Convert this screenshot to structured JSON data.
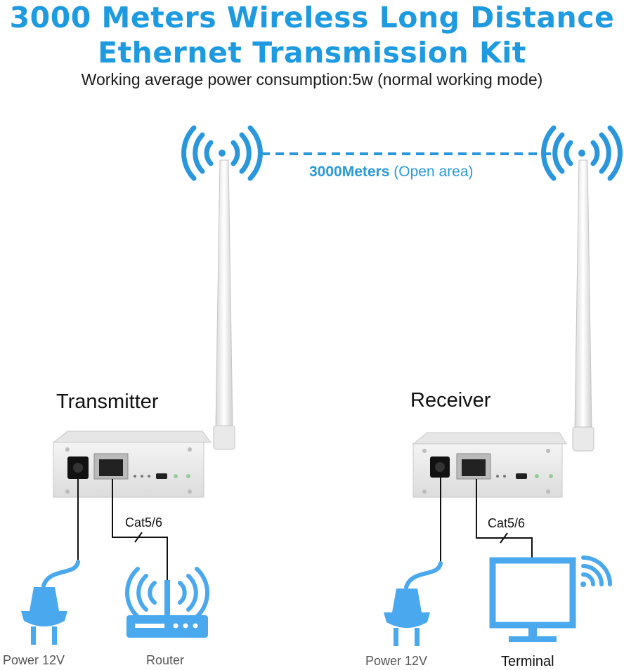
{
  "title_line1": "3000 Meters Wireless Long Distance",
  "title_line2": "Ethernet Transmission Kit",
  "subtitle": "Working average power consumption:5w (normal working mode)",
  "distance_value": "3000Meters",
  "distance_note": "(Open area)",
  "transmitter": {
    "label": "Transmitter",
    "cable_label": "Cat5/6",
    "power_label": "Power 12V",
    "device_label": "Router"
  },
  "receiver": {
    "label": "Receiver",
    "cable_label": "Cat5/6",
    "power_label": "Power 12V",
    "device_label": "Terminal"
  },
  "colors": {
    "brand_blue": "#1e9be0",
    "icon_blue": "#4aa8ee",
    "signal_blue": "#2a96dc"
  },
  "icons": [
    "signal-icon",
    "plug-icon",
    "router-icon",
    "monitor-icon",
    "wifi-icon"
  ]
}
